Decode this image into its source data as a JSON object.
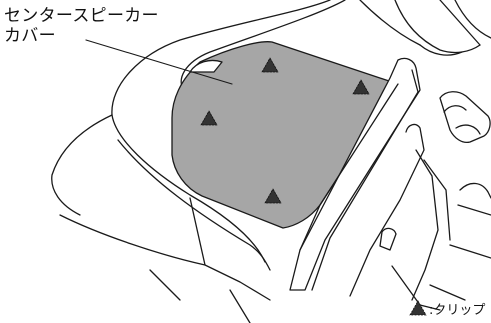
{
  "callout": {
    "line1": "センタースピーカー",
    "line2": "カバー"
  },
  "legend": {
    "icon": "clip-marker-icon",
    "label": ":クリップ"
  },
  "colors": {
    "panel_fill": "#a6a6a6",
    "line": "#1a1a1a",
    "marker_fill": "#333333"
  }
}
